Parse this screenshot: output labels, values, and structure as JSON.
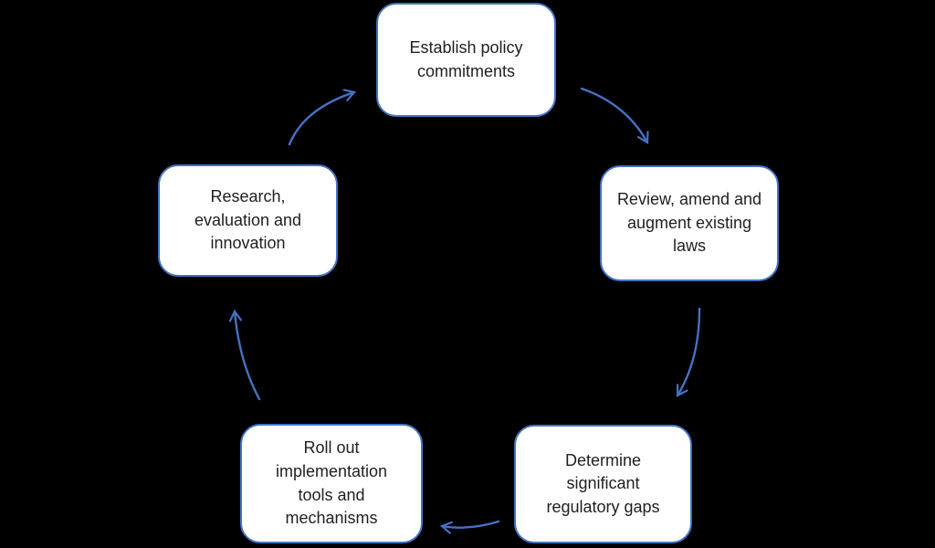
{
  "colors": {
    "bg": "#000000",
    "nodeFill": "#ffffff",
    "nodeBorder": "#4472c4",
    "arrow": "#4472c4",
    "text": "#1f1f1f"
  },
  "diagram": {
    "type": "cycle",
    "nodes": [
      {
        "id": "establish-policy-commitments",
        "lines": [
          "Establish policy",
          "commitments"
        ]
      },
      {
        "id": "review-amend-augment-laws",
        "lines": [
          "Review, amend and",
          "augment existing",
          "laws"
        ]
      },
      {
        "id": "determine-regulatory-gaps",
        "lines": [
          "Determine",
          "significant",
          "regulatory gaps"
        ]
      },
      {
        "id": "roll-out-implementation",
        "lines": [
          "Roll out",
          "implementation",
          "tools and",
          "mechanisms"
        ]
      },
      {
        "id": "research-evaluation-innovation",
        "lines": [
          "Research,",
          "evaluation and",
          "innovation"
        ]
      }
    ],
    "edges": [
      {
        "from": "establish-policy-commitments",
        "to": "review-amend-augment-laws"
      },
      {
        "from": "review-amend-augment-laws",
        "to": "determine-regulatory-gaps"
      },
      {
        "from": "determine-regulatory-gaps",
        "to": "roll-out-implementation"
      },
      {
        "from": "roll-out-implementation",
        "to": "research-evaluation-innovation"
      },
      {
        "from": "research-evaluation-innovation",
        "to": "establish-policy-commitments"
      }
    ]
  }
}
